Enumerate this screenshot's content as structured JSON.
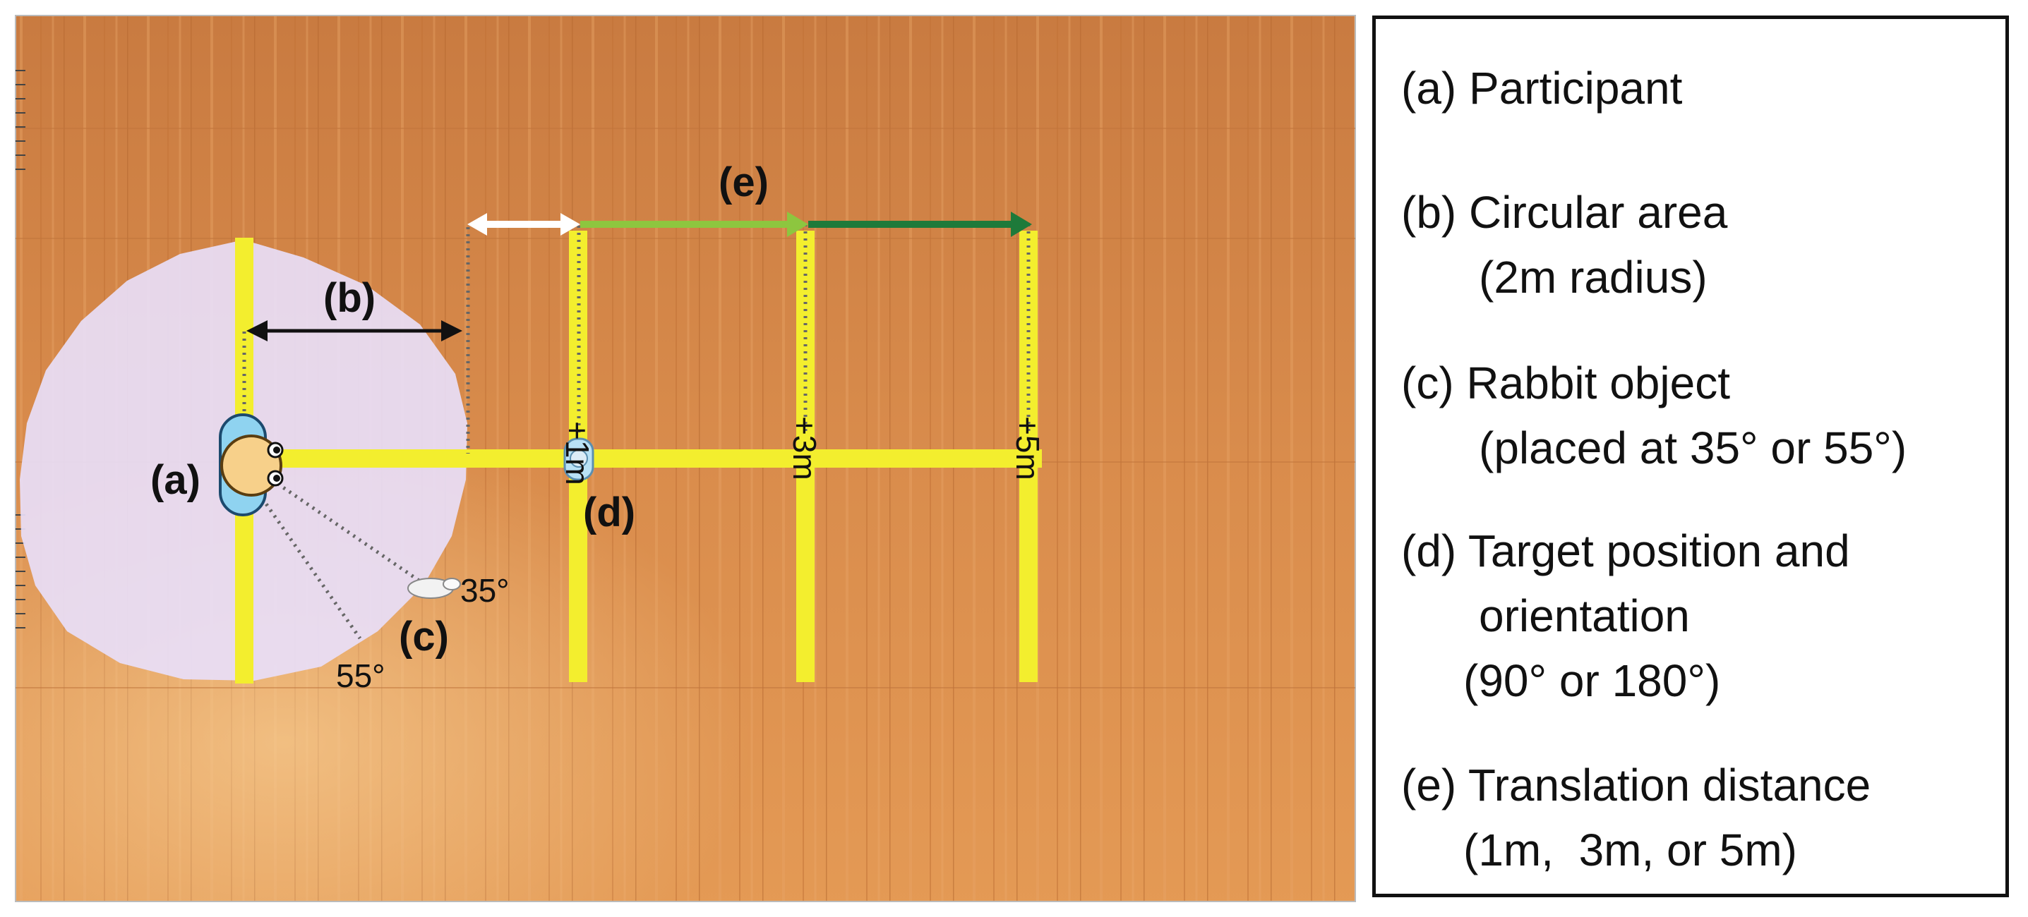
{
  "figure": {
    "labels": {
      "a": "(a)",
      "b": "(b)",
      "c": "(c)",
      "d": "(d)",
      "e": "(e)"
    },
    "angles": [
      "35°",
      "55°"
    ],
    "distance_markers": [
      "+1m",
      "+3m",
      "+5m"
    ],
    "colors": {
      "floor": "#d9894a",
      "circle": "#e6dcf7",
      "tape": "#f5f02c",
      "participant_head": "#f7d08a",
      "participant_shoulders": "#8fd3f0",
      "arrow_1m": "#ffffff",
      "arrow_3m": "#8dc63f",
      "arrow_5m": "#1e7a3a"
    }
  },
  "legend": {
    "items": [
      {
        "label": "(a) Participant",
        "sub": []
      },
      {
        "label": "(b) Circular area",
        "sub": [
          "(2m radius)"
        ]
      },
      {
        "label": "(c) Rabbit object",
        "sub": [
          "(placed at 35° or 55°)"
        ]
      },
      {
        "label": "(d) Target position and",
        "sub": [
          "orientation",
          "(90° or 180°)"
        ]
      },
      {
        "label": "(e) Translation distance",
        "sub": [
          "(1m,  3m, or 5m)"
        ]
      }
    ]
  }
}
